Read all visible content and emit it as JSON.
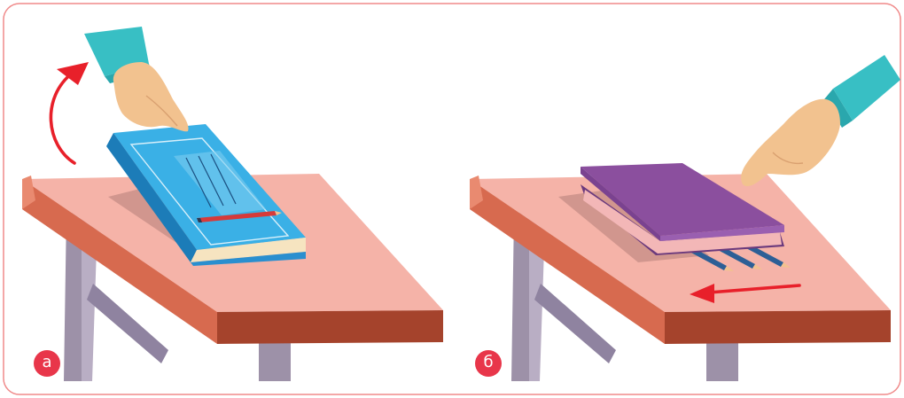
{
  "colors": {
    "border": "#f08a8a",
    "badge": "#e8364a",
    "arrow": "#e8202a",
    "table_top": "#f5b3a8",
    "table_edge": "#b5492f",
    "table_leg": "#9d91a8",
    "sleeve": "#38bfc4",
    "skin": "#f2c28f",
    "book_blue": "#3ab0e6",
    "book_purple": "#8b4f9e",
    "pencil_blue": "#2d5f96",
    "pencil_red": "#d63a3a"
  },
  "panels": [
    {
      "label": "а",
      "book": "blue-book-tilted",
      "arrow_icon": "curved-lift-arrow-icon",
      "hand": "hand-lifting"
    },
    {
      "label": "б",
      "book": "purple-book-on-pencils",
      "arrow_icon": "left-arrow-icon",
      "hand": "hand-pushing"
    }
  ]
}
